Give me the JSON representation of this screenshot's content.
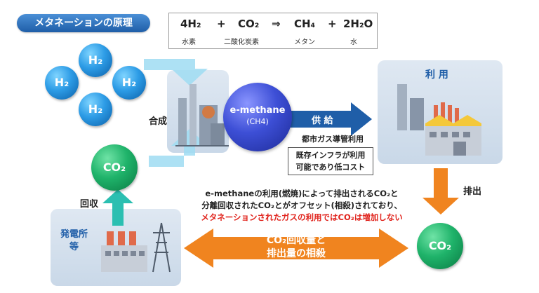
{
  "title": "メタネーションの原理",
  "equation": {
    "terms": [
      "4H₂",
      "+",
      "CO₂",
      "⇒",
      "CH₄",
      "+",
      "2H₂O"
    ],
    "labels": [
      "水素",
      "二酸化炭素",
      "メタン",
      "水"
    ]
  },
  "h2_label": "H₂",
  "synthesis_label": "合成",
  "methane": {
    "name": "e-methane",
    "formula": "(CH4)"
  },
  "supply_label": "供 給",
  "pipeline_label": "都市ガス導管利用",
  "infra_note": [
    "既存インフラが利用",
    "可能であり低コスト"
  ],
  "usage_label": "利 用",
  "emission_label": "排出",
  "co2_label": "CO₂",
  "recovery_label": "回収",
  "plant_label": [
    "発電所",
    "等"
  ],
  "explanation": [
    "e-methaneの利用(燃焼)によって排出されるCO₂と",
    "分離回収されたCO₂とがオフセット(相殺)されており、",
    "メタネーションされたガスの利用ではCO₂は増加しない"
  ],
  "offset_label": [
    "CO₂回収量と",
    "排出量の相殺"
  ],
  "colors": {
    "blue_arrow": "#1f5ea8",
    "orange": "#f0841f",
    "light_arrow": "#9fdcf2",
    "emphasis_red": "#e0221b"
  }
}
